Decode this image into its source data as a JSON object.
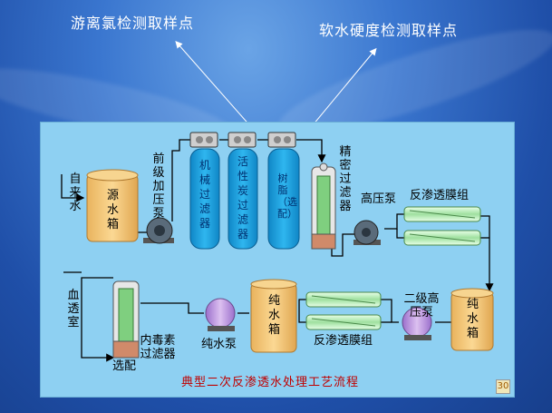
{
  "top_labels": {
    "left": "游离氯检测取样点",
    "right": "软水硬度检测取样点"
  },
  "components": {
    "tap_water": "自来水",
    "source_tank": "源水箱",
    "front_pump": "前级加压泵",
    "mechanical_filter": "机械过滤器",
    "carbon_filter": "活性炭过滤器",
    "resin": "树脂（选配）",
    "precision_filter": "精密过滤器",
    "high_pressure_pump": "高压泵",
    "ro_module_1": "反渗透膜组",
    "pure_tank_1": "纯水箱",
    "second_pump": "二级高压泵",
    "ro_module_2": "反渗透膜组",
    "pure_tank_2": "纯水箱",
    "pure_pump": "纯水泵",
    "endotoxin_filter": "内毒素过滤器",
    "optional": "选配",
    "dialysis_room": "血透室"
  },
  "caption": "典型二次反渗透水处理工艺流程",
  "page_number": "30",
  "colors": {
    "background": "#2a62bf",
    "panel": "#8ed0f2",
    "tank": "#f5c87a",
    "filter": "#1aa0e0",
    "pump": "#c39be0",
    "membrane": "#bff0bf",
    "caption": "#c00000"
  }
}
